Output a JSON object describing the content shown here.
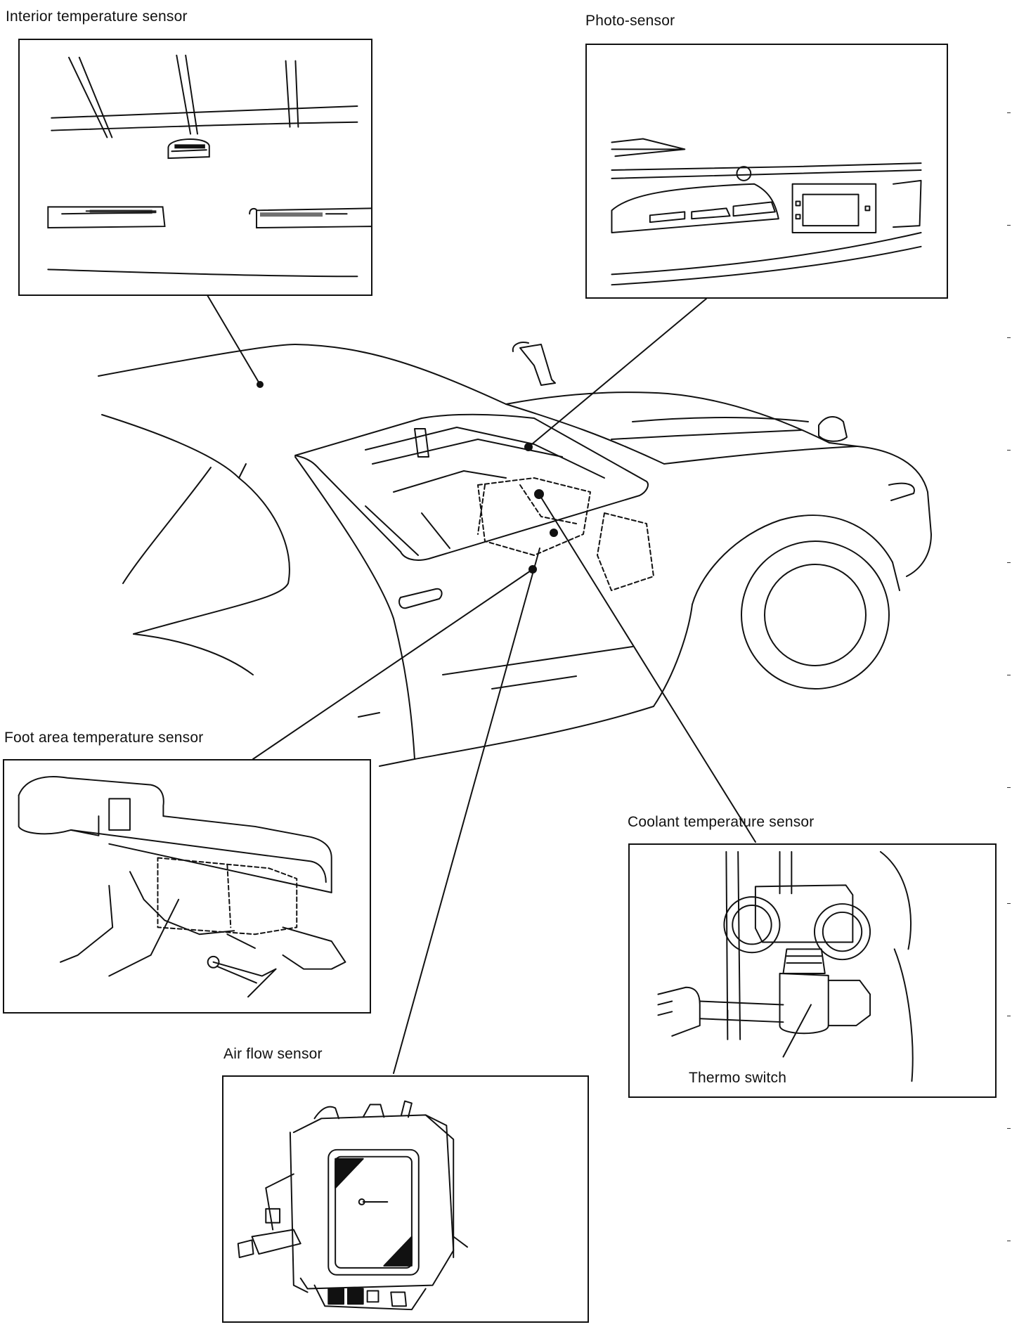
{
  "labels": {
    "interior_temperature_sensor": "Interior temperature sensor",
    "photo_sensor": "Photo-sensor",
    "foot_area_temperature_sensor": "Foot area temperature sensor",
    "coolant_temperature_sensor": "Coolant temperature sensor",
    "thermo_switch": "Thermo switch",
    "air_flow_sensor": "Air flow sensor"
  }
}
